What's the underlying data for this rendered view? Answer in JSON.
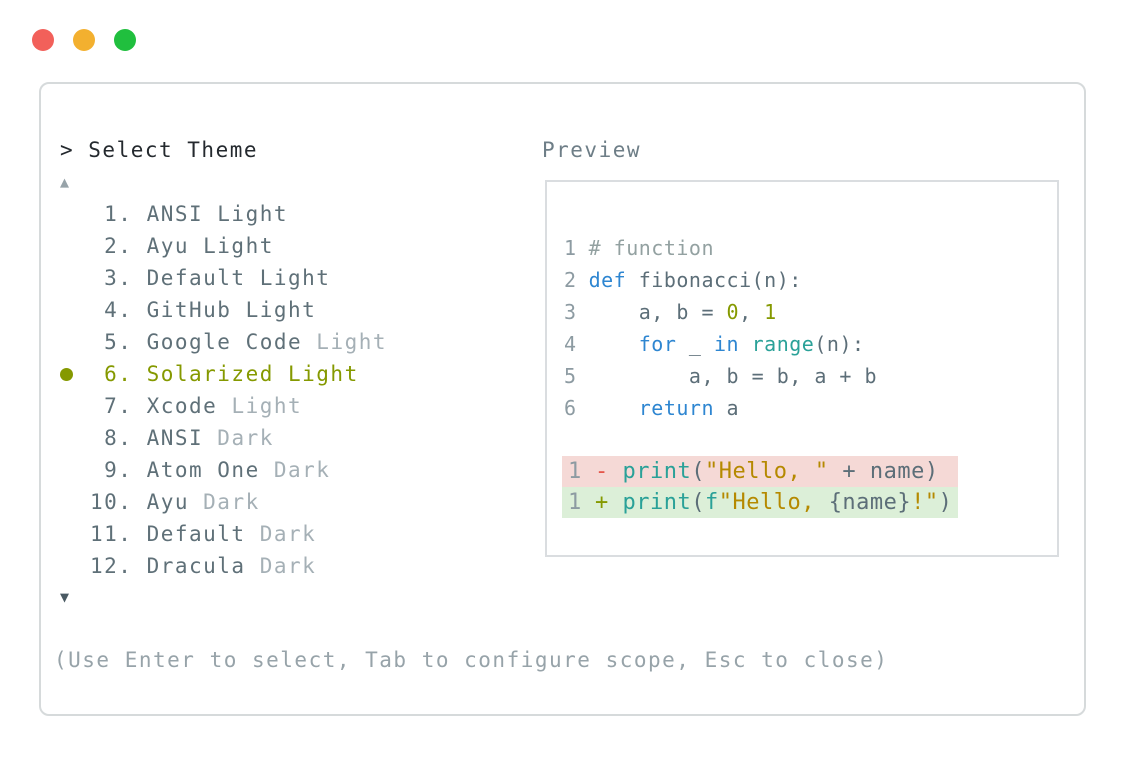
{
  "window": {
    "background": "#ffffff",
    "traffic_lights": [
      {
        "name": "close",
        "color": "#f2605a"
      },
      {
        "name": "minimize",
        "color": "#f3b02f"
      },
      {
        "name": "zoom",
        "color": "#20bf3e"
      }
    ]
  },
  "palette": {
    "prompt": "> Select Theme",
    "scroll_up": "▲",
    "scroll_down": "▼",
    "footer_hint": "(Use Enter to select, Tab to configure scope, Esc to close)",
    "selected_item": "Solarized Light",
    "accent_color": "#859900",
    "items": [
      {
        "num": " 1.",
        "name": "ANSI Light",
        "variant": "",
        "selected": false
      },
      {
        "num": " 2.",
        "name": "Ayu Light",
        "variant": "",
        "selected": false
      },
      {
        "num": " 3.",
        "name": "Default Light",
        "variant": "",
        "selected": false
      },
      {
        "num": " 4.",
        "name": "GitHub Light",
        "variant": "",
        "selected": false
      },
      {
        "num": " 5.",
        "name": "Google Code",
        "variant": "Light",
        "selected": false
      },
      {
        "num": " 6.",
        "name": "Solarized Light",
        "variant": "",
        "selected": true
      },
      {
        "num": " 7.",
        "name": "Xcode",
        "variant": "Light",
        "selected": false
      },
      {
        "num": " 8.",
        "name": "ANSI",
        "variant": "Dark",
        "selected": false
      },
      {
        "num": " 9.",
        "name": "Atom One",
        "variant": "Dark",
        "selected": false
      },
      {
        "num": "10.",
        "name": "Ayu",
        "variant": "Dark",
        "selected": false
      },
      {
        "num": "11.",
        "name": "Default",
        "variant": "Dark",
        "selected": false
      },
      {
        "num": "12.",
        "name": "Dracula",
        "variant": "Dark",
        "selected": false
      }
    ]
  },
  "preview": {
    "label": "Preview",
    "code_lines": [
      {
        "no": "1",
        "tokens": [
          [
            "# function",
            "comment"
          ]
        ]
      },
      {
        "no": "2",
        "tokens": [
          [
            "def",
            "keyword"
          ],
          [
            " fibonacci(n):",
            "plain"
          ]
        ]
      },
      {
        "no": "3",
        "tokens": [
          [
            "    a, b = ",
            "plain"
          ],
          [
            "0",
            "number"
          ],
          [
            ", ",
            "plain"
          ],
          [
            "1",
            "number"
          ]
        ]
      },
      {
        "no": "4",
        "tokens": [
          [
            "    ",
            "plain"
          ],
          [
            "for",
            "keyword"
          ],
          [
            " _ ",
            "plain"
          ],
          [
            "in",
            "keyword"
          ],
          [
            " ",
            "plain"
          ],
          [
            "range",
            "function"
          ],
          [
            "(n):",
            "plain"
          ]
        ]
      },
      {
        "no": "5",
        "tokens": [
          [
            "        a, b = b, a + b",
            "plain"
          ]
        ]
      },
      {
        "no": "6",
        "tokens": [
          [
            "    ",
            "plain"
          ],
          [
            "return",
            "keyword"
          ],
          [
            " a",
            "plain"
          ]
        ]
      }
    ],
    "diff_lines": [
      {
        "no": "1",
        "kind": "removed",
        "tokens": [
          [
            "-",
            "minus"
          ],
          [
            " ",
            "plain"
          ],
          [
            "print",
            "function"
          ],
          [
            "(",
            "plain"
          ],
          [
            "\"Hello, \"",
            "string"
          ],
          [
            " + name",
            "plain"
          ],
          [
            ")",
            "plain"
          ]
        ]
      },
      {
        "no": "1",
        "kind": "added",
        "tokens": [
          [
            "+",
            "plus"
          ],
          [
            " ",
            "plain"
          ],
          [
            "print",
            "function"
          ],
          [
            "(",
            "plain"
          ],
          [
            "f",
            "function"
          ],
          [
            "\"Hello, ",
            "string"
          ],
          [
            "{name}",
            "plain"
          ],
          [
            "!\"",
            "string"
          ],
          [
            ")",
            "plain"
          ]
        ]
      }
    ]
  },
  "colors": {
    "accent": "#859900",
    "list_text": "#5f7078",
    "list_muted": "#a5b0b6",
    "prompt_text": "#24292e",
    "label_text": "#6e7e87",
    "footer_text": "#97a3a9",
    "border": "#d6dadb",
    "line_number": "#8d9ba2",
    "comment": "#93a1a1",
    "keyword": "#2e86d1",
    "plain_code": "#5c6e78",
    "number": "#859900",
    "function": "#2aa198",
    "string": "#b58900",
    "minus": "#e4564a",
    "plus": "#859900",
    "removed_bg": "#f5d9d6",
    "added_bg": "#dcefd8"
  }
}
